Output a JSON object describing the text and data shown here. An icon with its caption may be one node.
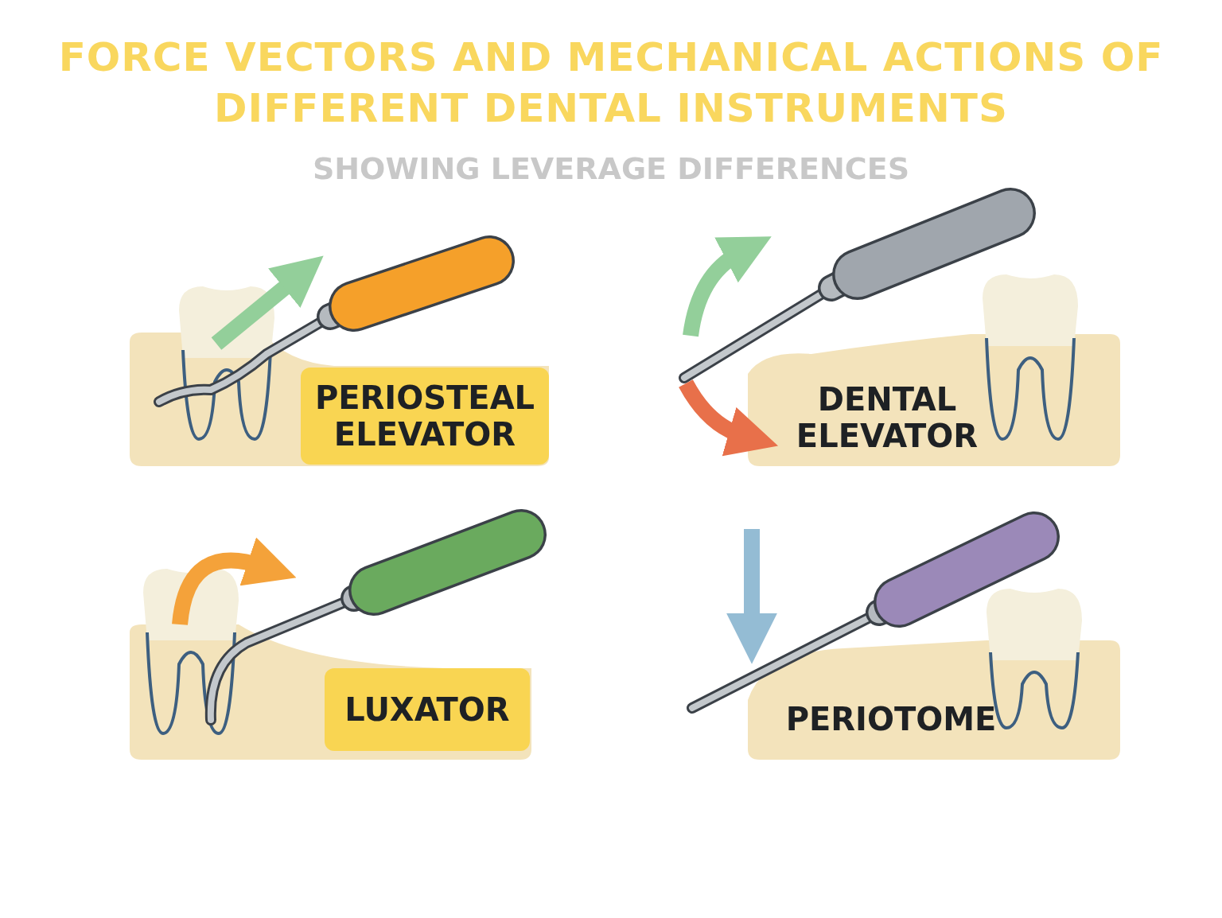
{
  "diagram": {
    "title": "FORCE VECTORS AND MECHANICAL ACTIONS OF DIFFERENT DENTAL INSTRUMENTS",
    "nodes": [
      {
        "text": [
          "PERIOSTEAL ELEVATOR"
        ]
      },
      {
        "text": [
          "DENTAL ELEVATOR"
        ]
      },
      {
        "text": [
          "LUXATOR"
        ]
      },
      {
        "text": [
          "PERIOTOME"
        ]
      }
    ],
    "labels": [
      "SHOWING LEVERAGE DIFFERENCES"
    ]
  }
}
